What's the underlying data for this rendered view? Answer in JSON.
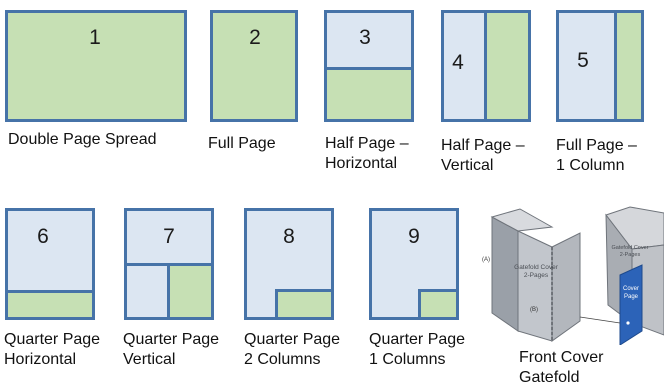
{
  "layouts": [
    {
      "number": "1",
      "caption": [
        "Double Page Spread"
      ]
    },
    {
      "number": "2",
      "caption": [
        "Full Page"
      ]
    },
    {
      "number": "3",
      "caption": [
        "Half Page –",
        "Horizontal"
      ]
    },
    {
      "number": "4",
      "caption": [
        "Half Page –",
        "Vertical"
      ]
    },
    {
      "number": "5",
      "caption": [
        "Full Page –",
        "1 Column"
      ]
    },
    {
      "number": "6",
      "caption": [
        "Quarter Page",
        "Horizontal"
      ]
    },
    {
      "number": "7",
      "caption": [
        "Quarter Page",
        "Vertical"
      ]
    },
    {
      "number": "8",
      "caption": [
        "Quarter Page",
        "2 Columns"
      ]
    },
    {
      "number": "9",
      "caption": [
        "Quarter Page",
        "1 Columns"
      ]
    },
    {
      "number": "",
      "caption": [
        "Front Cover",
        "Gatefold"
      ]
    }
  ],
  "gatefold_illustration": {
    "left_label": [
      "Gatefold Cover",
      "2-Pages"
    ],
    "right_label": [
      "Gatefold Cover",
      "2-Pages"
    ],
    "cover_label": [
      "Cover",
      "Page"
    ],
    "marker_a": "(A)",
    "marker_b": "(B)"
  },
  "colors": {
    "frame": "#4673a8",
    "paper": "#dce6f2",
    "ad_fill": "#c6e0b4",
    "cover_blue": "#2c63b8"
  }
}
